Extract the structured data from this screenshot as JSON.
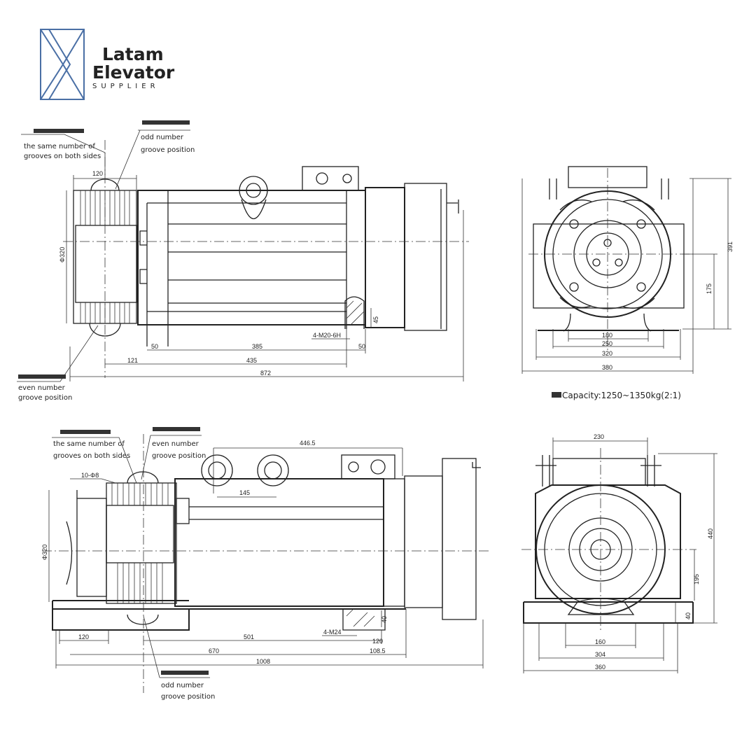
{
  "logo": {
    "line1": "Latam",
    "line2": "Elevator",
    "line3": "SUPPLIER",
    "color": "#4a6fa5"
  },
  "top_side_view": {
    "notes": {
      "same_grooves": [
        "the same number of",
        "grooves on both sides"
      ],
      "odd_groove": [
        "odd number",
        "groove position"
      ],
      "even_groove": [
        "even number",
        "groove position"
      ]
    },
    "dims": {
      "sheave_width": "120",
      "sheave_dia": "Φ320",
      "d50a": "50",
      "d385": "385",
      "thread": "4-M20-6H",
      "d50b": "50",
      "d45": "45",
      "d121": "121",
      "d435": "435",
      "d872": "872"
    }
  },
  "top_front_view": {
    "dims": {
      "d391": "391",
      "d175": "175",
      "d180": "180",
      "d250": "250",
      "d320": "320",
      "d380": "380"
    },
    "capacity": "Capacity:1250~1350kg(2:1)"
  },
  "bottom_side_view": {
    "notes": {
      "same_grooves": [
        "the same number of",
        "grooves on both sides"
      ],
      "even_groove": [
        "even number",
        "groove position"
      ],
      "odd_groove": [
        "odd number",
        "groove position"
      ]
    },
    "dims": {
      "d446_5": "446.5",
      "d145": "145",
      "holes": "10-Φ8",
      "sheave_dia": "Φ320",
      "d120a": "120",
      "d501": "501",
      "thread": "4-M24",
      "d40": "40",
      "d120b": "120",
      "d670": "670",
      "d108_5": "108.5",
      "d1008": "1008"
    }
  },
  "bottom_front_view": {
    "dims": {
      "d230": "230",
      "d440": "440",
      "d195": "195",
      "d40": "40",
      "d160": "160",
      "d304": "304",
      "d360": "360"
    }
  }
}
